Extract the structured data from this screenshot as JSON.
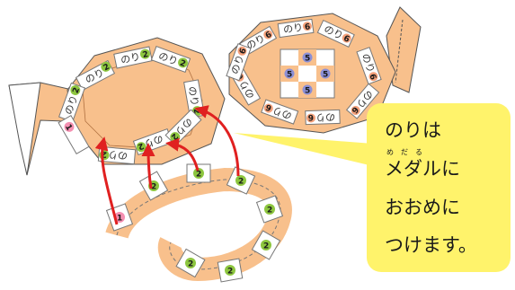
{
  "colors": {
    "paper": "#f8c08c",
    "paper_dark": "#e9a26a",
    "tab": "#ffffff",
    "arrow": "#e02020",
    "callout": "#fff36b",
    "circle_green": "#8dc63f",
    "circle_pink": "#f48fb1",
    "circle_orange": "#f4a07a",
    "circle_blue": "#8b8fd6"
  },
  "labels": {
    "glue": "のり",
    "num_1": "1",
    "num_2": "2",
    "num_5": "5",
    "num_6": "6"
  },
  "callout": {
    "line1": "のりは",
    "ruby_medaru": "め　だ　る",
    "line2": "メダルに",
    "line3": "おおめに",
    "line4": "つけます。"
  },
  "icons": [
    "arrow-icon",
    "glue-tab-icon"
  ]
}
